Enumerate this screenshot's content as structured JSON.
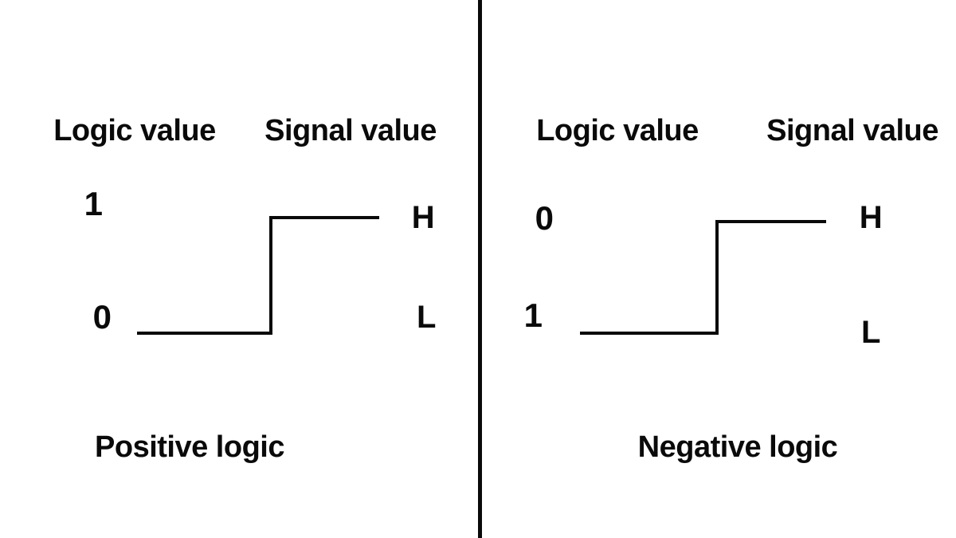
{
  "colors": {
    "background": "#ffffff",
    "ink": "#0a0a0a"
  },
  "divider": {
    "orientation": "vertical"
  },
  "panels": [
    {
      "id": "positive",
      "column_headers": {
        "logic": "Logic value",
        "signal": "Signal value"
      },
      "logic_values": {
        "high": "1",
        "low": "0"
      },
      "signal_values": {
        "high": "H",
        "low": "L"
      },
      "caption": "Positive logic"
    },
    {
      "id": "negative",
      "column_headers": {
        "logic": "Logic value",
        "signal": "Signal value"
      },
      "logic_values": {
        "high": "0",
        "low": "1"
      },
      "signal_values": {
        "high": "H",
        "low": "L"
      },
      "caption": "Negative logic"
    }
  ]
}
